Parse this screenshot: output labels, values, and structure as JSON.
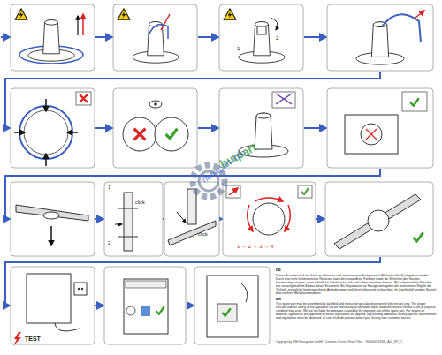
{
  "diagram": {
    "labels": [
      "1",
      "2",
      "1",
      "2",
      "click",
      "click",
      "1 → 2 → 3 → 4",
      "TEST",
      "DE",
      "Dieses Ersatzteil darf nur durch qualifiziertes und unterwiesenes Fachpersonal (Elektrofachkraft) eingebaut werden. Durch eine nicht fachmännische Reparatur kann die einwandfreie Funktion sowie die Sicherheit des Gerätes beeinträchtigt werden, sowie erhebliche Gefahren für Leib und Leben entstehen können. Wir haften nicht für Schäden aus unsachgemäßem Einbau dieses Ersatzteils. Bei Reparaturen an Hausgeräten gelten die anerkannten Regeln der Technik, zusätzliche länderspezifische Anforderungen und Vorschriften sind zu beachten. Im Zweifelsfall wenden Sie sich bitte an Ihren Werkskundendienst.",
      "EN",
      "This spare part may be assembled by qualified and instructed specialized personnel (electrician) only. The proper function and the safety of the appliance can be affected by an improper repair and even serious threats to life or physical condition may arise. We are not liable for damages caused by the improper use of this spare part. For repairs on domestic appliances the approved technical regulations are applied; any existing additional country-specific requirements and regulations must be observed. In case of doubt please contact your factory own customer service.",
      "Copyright by BSH Hausgeräte GmbH · Customer Service Head Office · 9000000762345_A02_INT_C",
      "hutpart",
      "netiapart.info"
    ]
  }
}
